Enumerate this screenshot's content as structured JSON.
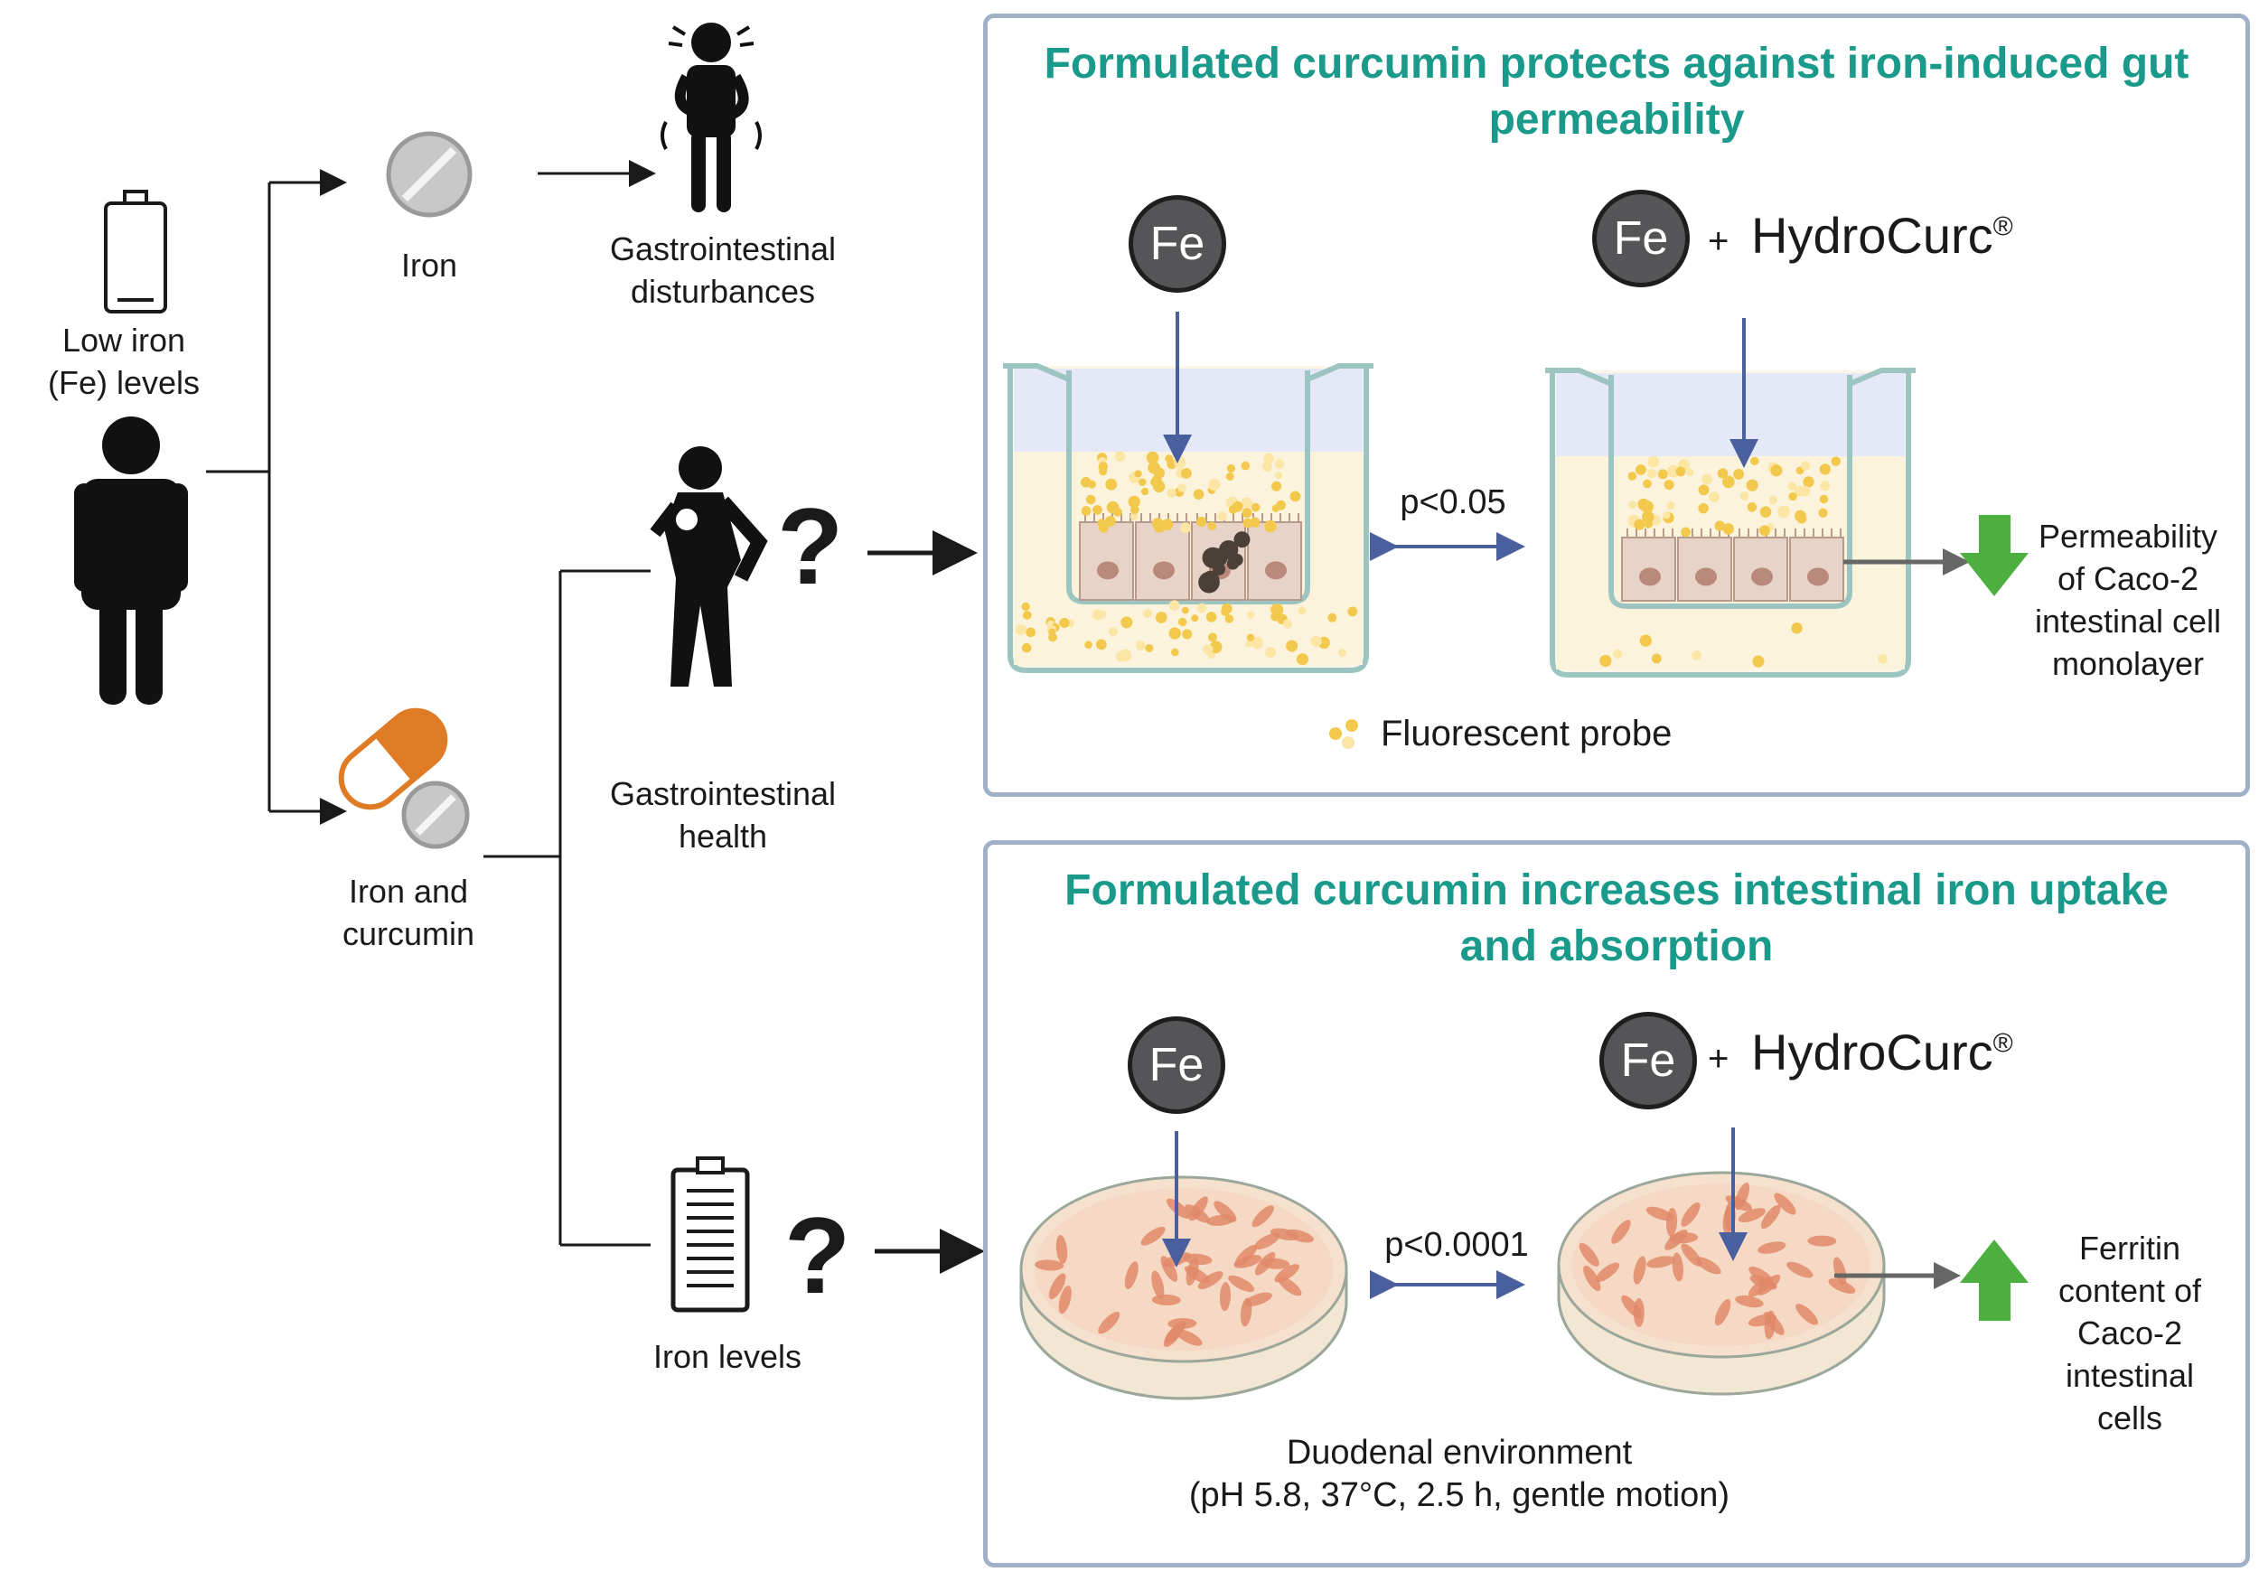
{
  "left": {
    "low_iron": [
      "Low iron",
      "(Fe) levels"
    ],
    "iron": "Iron",
    "iron_curcumin": [
      "Iron and",
      "curcumin"
    ],
    "gi_disturbances": [
      "Gastrointestinal",
      "disturbances"
    ],
    "gi_health": [
      "Gastrointestinal",
      "health"
    ],
    "iron_levels": "Iron levels",
    "question": "?"
  },
  "panel_top": {
    "title": [
      "Formulated curcumin protects against iron-induced gut",
      "permeability"
    ],
    "fe": "Fe",
    "plus": "+",
    "hydrocurc": "HydroCurc",
    "registered": "®",
    "pvalue": "p<0.05",
    "result": [
      "Permeability",
      "of Caco-2",
      "intestinal cell",
      "monolayer"
    ],
    "legend": "Fluorescent probe"
  },
  "panel_bottom": {
    "title": [
      "Formulated curcumin increases intestinal iron uptake",
      "and absorption"
    ],
    "fe": "Fe",
    "plus": "+",
    "hydrocurc": "HydroCurc",
    "registered": "®",
    "pvalue": "p<0.0001",
    "result": [
      "Ferritin",
      "content of",
      "Caco-2",
      "intestinal",
      "cells"
    ],
    "conditions": [
      "Duodenal environment",
      "(pH 5.8, 37°C, 2.5 h, gentle motion)"
    ]
  },
  "colors": {
    "title_teal": "#1a9a8a",
    "panel_border": "#9fb0c8",
    "arrow_blue": "#4a5f9e",
    "green_arrow": "#4caf3f",
    "pill_orange": "#e07b25",
    "cell_pink": "#e08a6a",
    "probe_yellow": "#f2c94c"
  }
}
